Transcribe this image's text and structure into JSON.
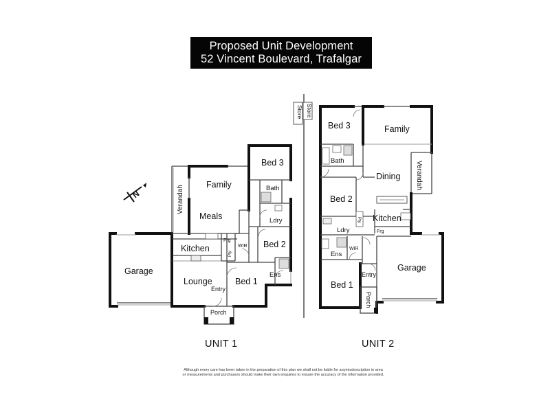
{
  "title": {
    "line1": "Proposed Unit Development",
    "line2": "52 Vincent Boulevard, Trafalgar"
  },
  "north_marker": "N",
  "units": [
    {
      "caption": "UNIT 1",
      "rooms": {
        "garage": "Garage",
        "verandah": "Verandah",
        "family": "Family",
        "meals": "Meals",
        "kitchen": "Kitchen",
        "lounge": "Lounge",
        "entry": "Entry",
        "porch": "Porch",
        "bed1": "Bed 1",
        "bed2": "Bed 2",
        "bed3": "Bed 3",
        "bath": "Bath",
        "ldry": "Ldry",
        "ens": "Ens",
        "wir": "WIR",
        "frg": "Frg",
        "pty": "Pty"
      }
    },
    {
      "caption": "UNIT 2",
      "rooms": {
        "store": "Store",
        "bed3": "Bed 3",
        "bath": "Bath",
        "family": "Family",
        "dining": "Dining",
        "verandah": "Verandah",
        "bed2": "Bed 2",
        "kitchen": "Kitchen",
        "ldry": "Ldry",
        "frg": "Frg",
        "pty": "Pty",
        "ens": "Ens",
        "wir": "WIR",
        "bed1": "Bed 1",
        "entry": "Entry",
        "porch": "Porch",
        "garage": "Garage"
      }
    }
  ],
  "disclaimer": {
    "line1": "Although every care has been taken in the preparation of this plan we shall not be liable for anymisdescription in area",
    "line2": "or measurements and purchasers should make their own enquiries to ensure the accuracy of the information provided."
  }
}
